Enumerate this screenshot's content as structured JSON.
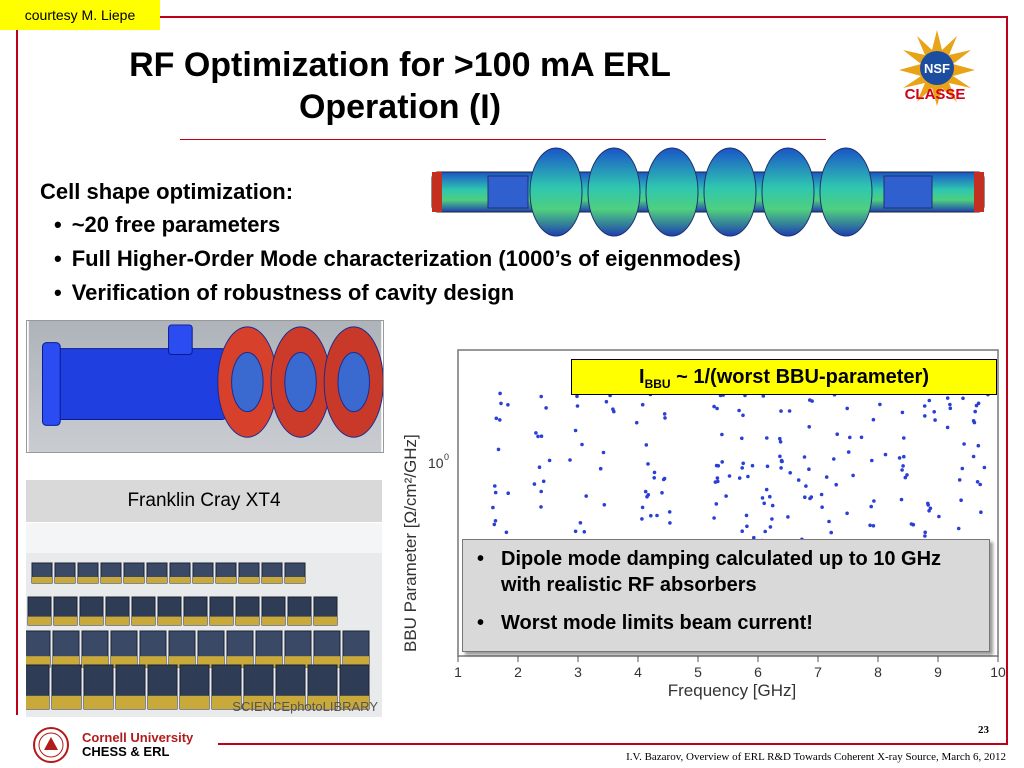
{
  "courtesy": "courtesy M. Liepe",
  "title_line1": "RF Optimization for >100 mA ERL",
  "title_line2": "Operation (I)",
  "logo": {
    "nsf_text": "NSF",
    "classe_text": "CLASSE",
    "icon": "nsf-logo-icon"
  },
  "bullets": {
    "heading": "Cell shape optimization:",
    "items": [
      "~20 free parameters",
      "Full Higher-Order Mode characterization (1000’s of eigenmodes)",
      "Verification of robustness of cavity design"
    ]
  },
  "cray_label": "Franklin Cray XT4",
  "cray_watermark": "SCIENCEphotoLIBRARY",
  "ibbu": {
    "main": "I",
    "sub": "BBU",
    "rest": " ~ 1/(worst BBU-parameter)"
  },
  "notes": [
    "Dipole mode damping calculated up to 10 GHz with realistic RF absorbers",
    "Worst mode limits beam current!"
  ],
  "chart_data": {
    "type": "scatter",
    "xlabel": "Frequency [GHz]",
    "ylabel": "BBU Parameter [Ω/cm²/GHz]",
    "xlim": [
      1,
      10
    ],
    "x_ticks": [
      "1",
      "2",
      "3",
      "4",
      "5",
      "6",
      "7",
      "8",
      "9",
      "10"
    ],
    "y_tick": "10",
    "y_tick_exp": "0",
    "y_scale": "log",
    "mode_bands_ghz": [
      1.7,
      2.4,
      3.0,
      3.5,
      4.1,
      4.4,
      5.4,
      5.8,
      6.2,
      6.5,
      6.8,
      7.2,
      7.6,
      8.0,
      8.5,
      8.9,
      9.3,
      9.7
    ],
    "marker_color": "#2a3fd6"
  },
  "footer": {
    "university": "Cornell University",
    "group": "CHESS & ERL",
    "page": "23",
    "citation": "I.V. Bazarov, Overview of ERL R&D Towards Coherent X-ray Source,  March 6, 2012"
  }
}
